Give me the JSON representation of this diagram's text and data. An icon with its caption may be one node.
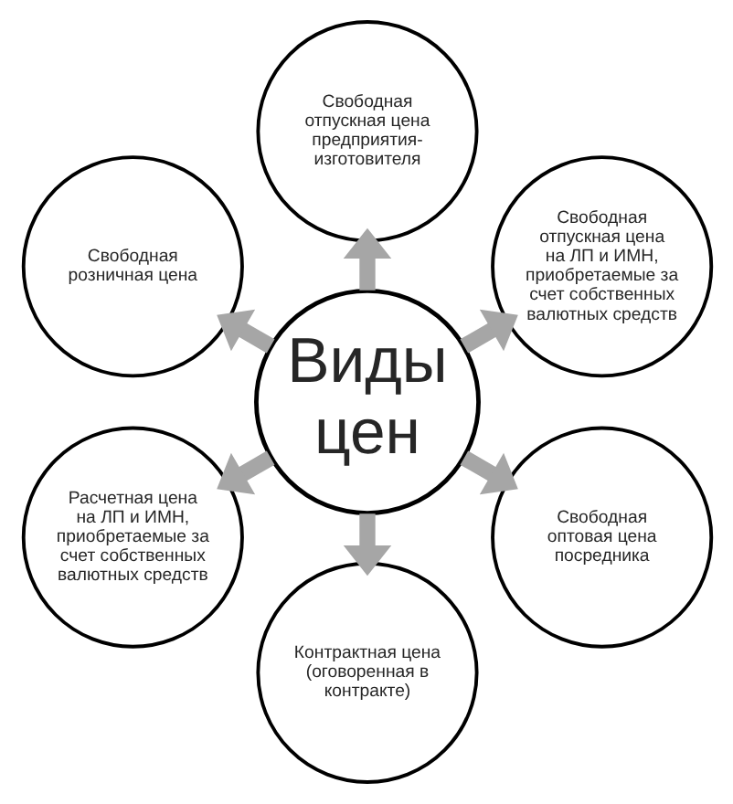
{
  "diagram": {
    "nodes": [
      {
        "text": [
          "Свободная отпускная цена предприятия-изготовителя"
        ]
      },
      {
        "text": [
          "Свободная розничная цена"
        ]
      },
      {
        "text": [
          "Свободная отпускная цена на ЛП и ИМН, приобретаемые за счет собственных валютных средств"
        ]
      },
      {
        "text": [
          "Виды цен"
        ]
      },
      {
        "text": [
          "Расчетная цена на ЛП и ИМН, приобретаемые за счет собственных валютных средств"
        ]
      },
      {
        "text": [
          "Свободная оптовая цена посредника"
        ]
      },
      {
        "text": [
          "Контрактная цена (оговоренная в контракте)"
        ]
      }
    ],
    "edges": [
      {
        "from": 3,
        "to": 0,
        "arrow": "to"
      },
      {
        "from": 3,
        "to": 2,
        "arrow": "to"
      },
      {
        "from": 3,
        "to": 5,
        "arrow": "to"
      },
      {
        "from": 3,
        "to": 6,
        "arrow": "to"
      },
      {
        "from": 3,
        "to": 4,
        "arrow": "to"
      },
      {
        "from": 3,
        "to": 1,
        "arrow": "to"
      }
    ]
  }
}
